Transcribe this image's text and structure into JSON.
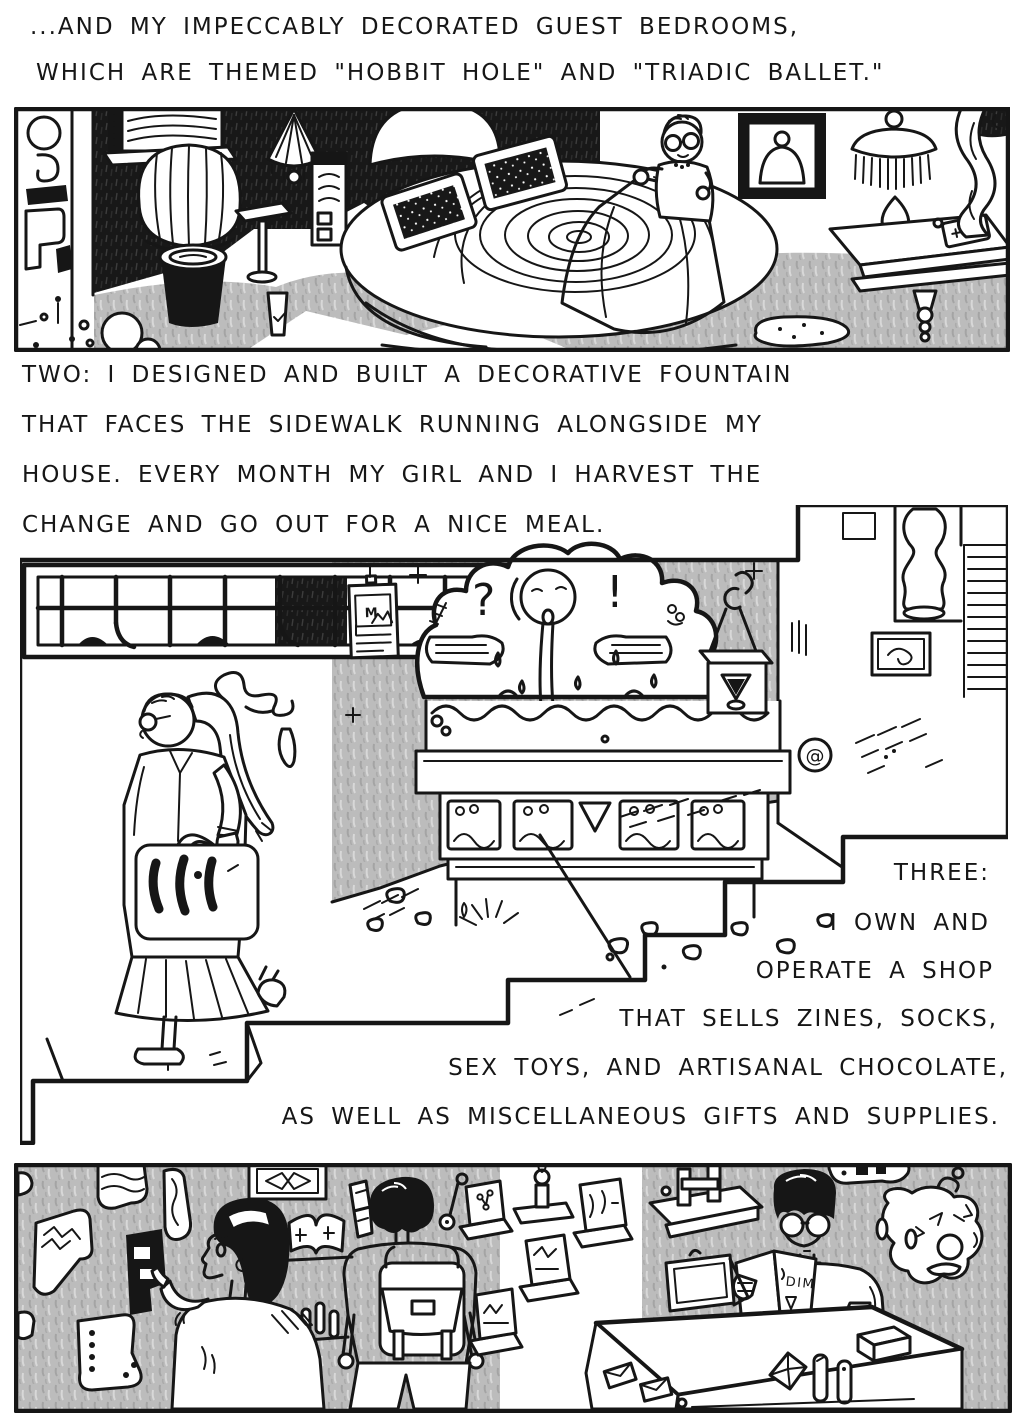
{
  "page": {
    "background": "#ffffff",
    "ink": "#161616",
    "halftone_gray": "#bcbcbc"
  },
  "captions": {
    "intro": {
      "lines": [
        "...AND MY IMPECCABLY DECORATED GUEST BEDROOMS,",
        "WHICH ARE THEMED \"HOBBIT HOLE\" AND \"TRIADIC BALLET.\""
      ]
    },
    "two": {
      "lines": [
        "TWO: I DESIGNED AND BUILT A DECORATIVE FOUNTAIN",
        "THAT FACES THE SIDEWALK RUNNING ALONGSIDE MY",
        "HOUSE. EVERY MONTH MY GIRL AND I HARVEST THE",
        "CHANGE AND GO OUT FOR A NICE MEAL."
      ]
    },
    "three": {
      "lines": [
        "THREE:",
        "I OWN AND",
        "OPERATE A SHOP",
        "THAT SELLS ZINES, SOCKS,",
        "SEX TOYS, AND ARTISANAL CHOCOLATE,",
        "AS WELL AS MISCELLANEOUS GIFTS AND SUPPLIES."
      ]
    }
  },
  "panels": {
    "bedroom": {
      "alt": "Guest bedroom: a person spreads a striped sheet over a round bed with a spiral quilt; striped armchair, black planter, pendant lamp, framed portrait, fringed table lamp."
    },
    "fountain": {
      "alt": "A woman with a tote bag walks down sidewalk steps past a decorative wall fountain shaped like a face spitting water.",
      "question_mark": "?",
      "exclamation_mark": "!",
      "poster_letter": "M",
      "wall_tag": "@"
    },
    "shop": {
      "alt": "Shop interior: customers browse a wall of socks and zine shelves while the shopkeeper reads a zine at the counter.",
      "zine_title": "DIM"
    }
  }
}
